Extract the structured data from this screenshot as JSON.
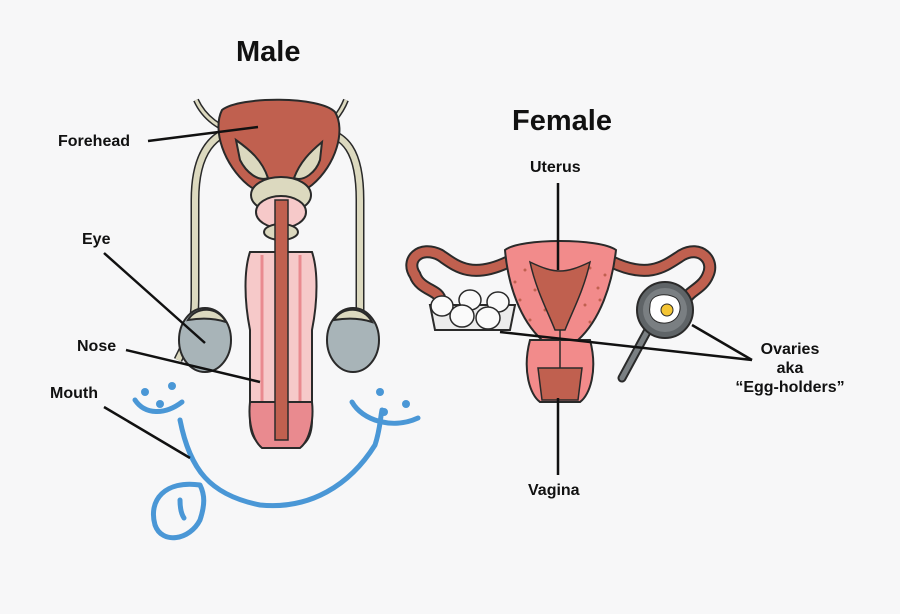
{
  "male": {
    "title": "Male",
    "labels": {
      "forehead": "Forehead",
      "eye": "Eye",
      "nose": "Nose",
      "mouth": "Mouth"
    }
  },
  "female": {
    "title": "Female",
    "labels": {
      "uterus": "Uterus",
      "vagina": "Vagina",
      "ovaries_line1": "Ovaries",
      "ovaries_line2": "aka",
      "ovaries_line3": "“Egg-holders”"
    }
  },
  "colors": {
    "background": "#f7f7f8",
    "tissue_dark": "#c0604f",
    "tissue_pink": "#e98a8f",
    "tissue_light": "#f6c9c9",
    "duct": "#dcd9bf",
    "testis": "#a8b4b8",
    "face_drawing": "#4a97d6",
    "leader_line": "#111111"
  }
}
